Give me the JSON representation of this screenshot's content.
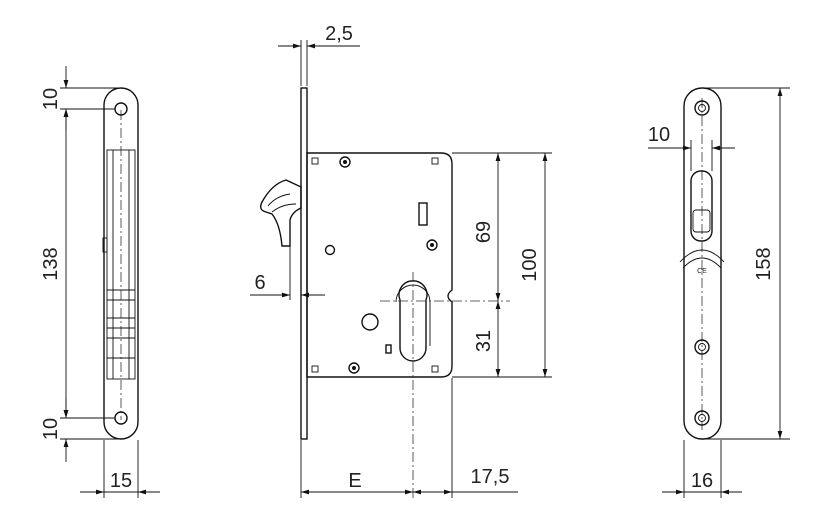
{
  "drawing": {
    "left_view": {
      "dim_top": "10",
      "dim_height": "138",
      "dim_bottom": "10",
      "dim_width": "15"
    },
    "middle_view": {
      "dim_faceplate": "2,5",
      "dim_latch": "6",
      "dim_backset": "E",
      "dim_edge": "17,5",
      "dim_upper": "69",
      "dim_lower": "31",
      "dim_case": "100"
    },
    "right_view": {
      "dim_slot": "10",
      "dim_length": "158",
      "dim_width": "16",
      "plate_stamp": "CE"
    },
    "colors": {
      "line": "#111111",
      "background": "#ffffff"
    }
  }
}
